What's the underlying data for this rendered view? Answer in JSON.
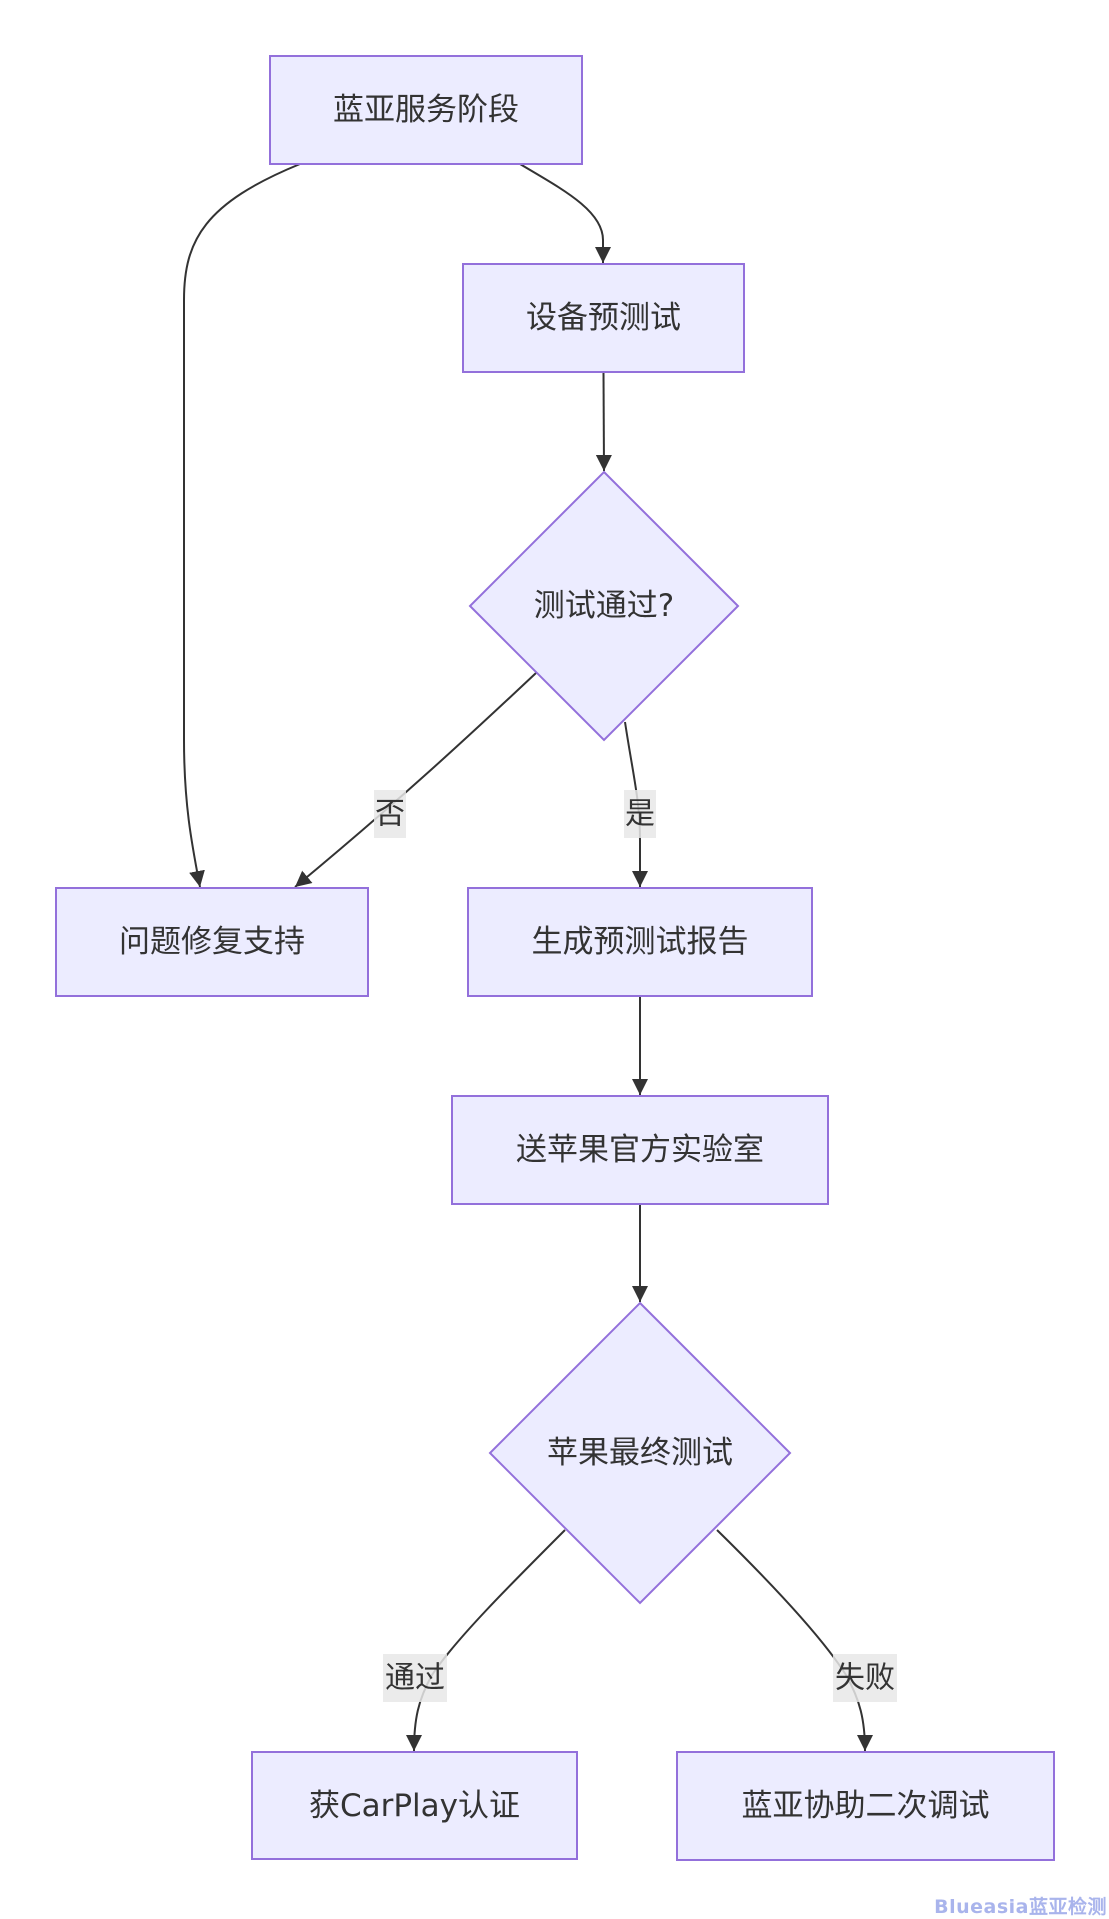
{
  "diagram": {
    "type": "flowchart",
    "direction": "top-down",
    "nodes": [
      {
        "label": "蓝亚服务阶段",
        "shape": "rect"
      },
      {
        "label": "设备预测试",
        "shape": "rect"
      },
      {
        "label": "测试通过?",
        "shape": "diamond"
      },
      {
        "label": "问题修复支持",
        "shape": "rect"
      },
      {
        "label": "生成预测试报告",
        "shape": "rect"
      },
      {
        "label": "送苹果官方实验室",
        "shape": "rect"
      },
      {
        "label": "苹果最终测试",
        "shape": "diamond"
      },
      {
        "label": "获CarPlay认证",
        "shape": "rect"
      },
      {
        "label": "蓝亚协助二次调试",
        "shape": "rect"
      }
    ],
    "edges": [
      {
        "from": "蓝亚服务阶段",
        "to": "设备预测试",
        "label": ""
      },
      {
        "from": "蓝亚服务阶段",
        "to": "问题修复支持",
        "label": ""
      },
      {
        "from": "设备预测试",
        "to": "测试通过?",
        "label": ""
      },
      {
        "from": "测试通过?",
        "to": "问题修复支持",
        "label": "否"
      },
      {
        "from": "测试通过?",
        "to": "生成预测试报告",
        "label": "是"
      },
      {
        "from": "生成预测试报告",
        "to": "送苹果官方实验室",
        "label": ""
      },
      {
        "from": "送苹果官方实验室",
        "to": "苹果最终测试",
        "label": ""
      },
      {
        "from": "苹果最终测试",
        "to": "获CarPlay认证",
        "label": "通过"
      },
      {
        "from": "苹果最终测试",
        "to": "蓝亚协助二次调试",
        "label": "失败"
      }
    ]
  },
  "colors": {
    "node_fill": "#ECECFF",
    "node_stroke": "#9370DB",
    "text": "#333333",
    "edge": "#333333",
    "edge_label_bg": "#E8E8E8",
    "watermark": "#A9B4EC",
    "background": "#FFFFFF"
  },
  "watermark": {
    "text": "Blueasia蓝亚检测"
  }
}
